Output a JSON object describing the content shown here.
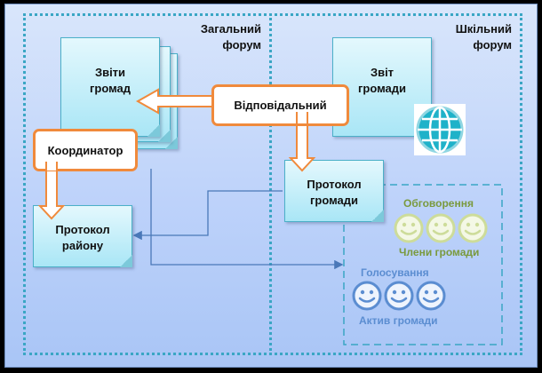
{
  "regions": {
    "general_forum": {
      "label_line1": "Загальний",
      "label_line2": "форум"
    },
    "school_forum": {
      "label_line1": "Шкільний",
      "label_line2": "форум"
    }
  },
  "documents": {
    "community_reports": {
      "line1": "Звіти",
      "line2": "громад"
    },
    "community_report": {
      "line1": "Звіт",
      "line2": "громади"
    },
    "community_protocol": {
      "line1": "Протокол",
      "line2": "громади"
    },
    "district_protocol": {
      "line1": "Протокол",
      "line2": "району"
    }
  },
  "roles": {
    "responsible": "Відповідальний",
    "coordinator": "Координатор"
  },
  "groups": {
    "discussion": {
      "title": "Обговорення",
      "caption": "Члени громади",
      "count": 3
    },
    "voting": {
      "title": "Голосування",
      "caption": "Актив громади",
      "count": 3
    }
  },
  "icons": {
    "globe": "globe-icon",
    "smiley": "smiley-icon"
  },
  "colors": {
    "role_border": "#f08a3c",
    "region_border": "#3aa6c4",
    "connector": "#4a78b8",
    "members_green": "#7a9a3e",
    "active_blue": "#5b8dd1"
  }
}
